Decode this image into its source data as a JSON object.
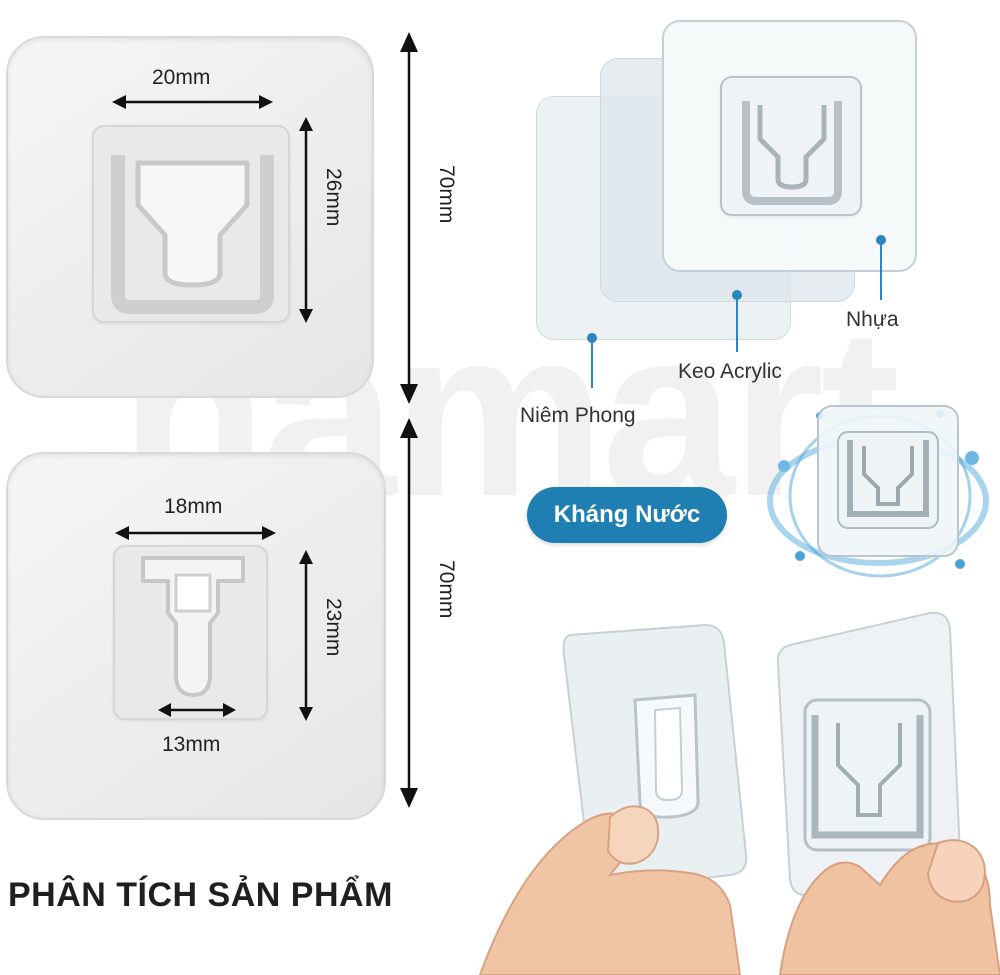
{
  "watermark": "hamart",
  "dimensions": {
    "large_width": "20mm",
    "large_height": "26mm",
    "large_pad": "70mm",
    "small_width": "18mm",
    "small_height": "23mm",
    "small_inner": "13mm",
    "small_pad": "70mm"
  },
  "layers": {
    "seal": "Niêm Phong",
    "adhesive": "Keo Acrylic",
    "plastic": "Nhựa"
  },
  "badge": "Kháng Nước",
  "title": "PHÂN TÍCH SẢN PHẨM",
  "colors": {
    "accent": "#1f7fb3",
    "dot": "#2a86c0",
    "water": "#4aa3d8"
  }
}
